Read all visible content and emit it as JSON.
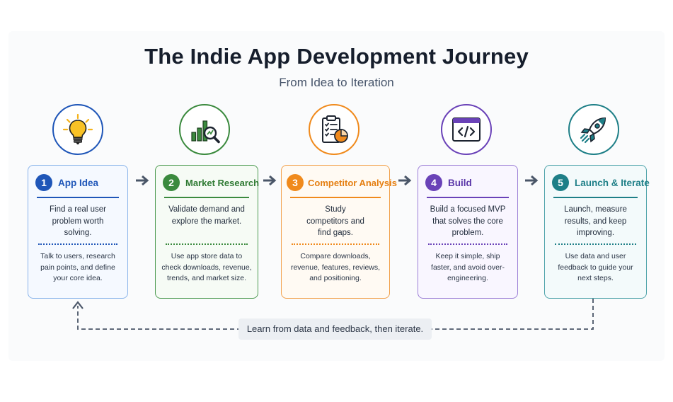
{
  "title": "The Indie App Development Journey",
  "subtitle": "From Idea to Iteration",
  "colors": {
    "blue": "#1f56b8",
    "green": "#3b8a3e",
    "orange": "#f08a1c",
    "purple": "#6a42b8",
    "teal": "#1e7f87"
  },
  "steps": [
    {
      "number": "1",
      "title": "App Idea",
      "icon": "lightbulb-icon",
      "description": "Find a real user problem worth solving.",
      "detail": "Talk to users, research pain points, and define your core idea."
    },
    {
      "number": "2",
      "title": "Market Research",
      "icon": "chart-magnifier-icon",
      "description": "Validate demand and explore the market.",
      "detail": "Use app store data to check downloads, revenue, trends, and market size."
    },
    {
      "number": "3",
      "title": "Competitor Analysis",
      "icon": "clipboard-pie-icon",
      "description": "Study competitors and find gaps.",
      "detail": "Compare downloads, revenue, features, reviews, and positioning."
    },
    {
      "number": "4",
      "title": "Build",
      "icon": "code-window-icon",
      "description": "Build a focused MVP that solves the core problem.",
      "detail": "Keep it simple, ship faster, and avoid over-engineering."
    },
    {
      "number": "5",
      "title": "Launch & Iterate",
      "icon": "rocket-icon",
      "description": "Launch, measure results, and keep improving.",
      "detail": "Use data and user feedback to guide your next steps."
    }
  ],
  "loop_label": "Learn from data and feedback, then iterate."
}
